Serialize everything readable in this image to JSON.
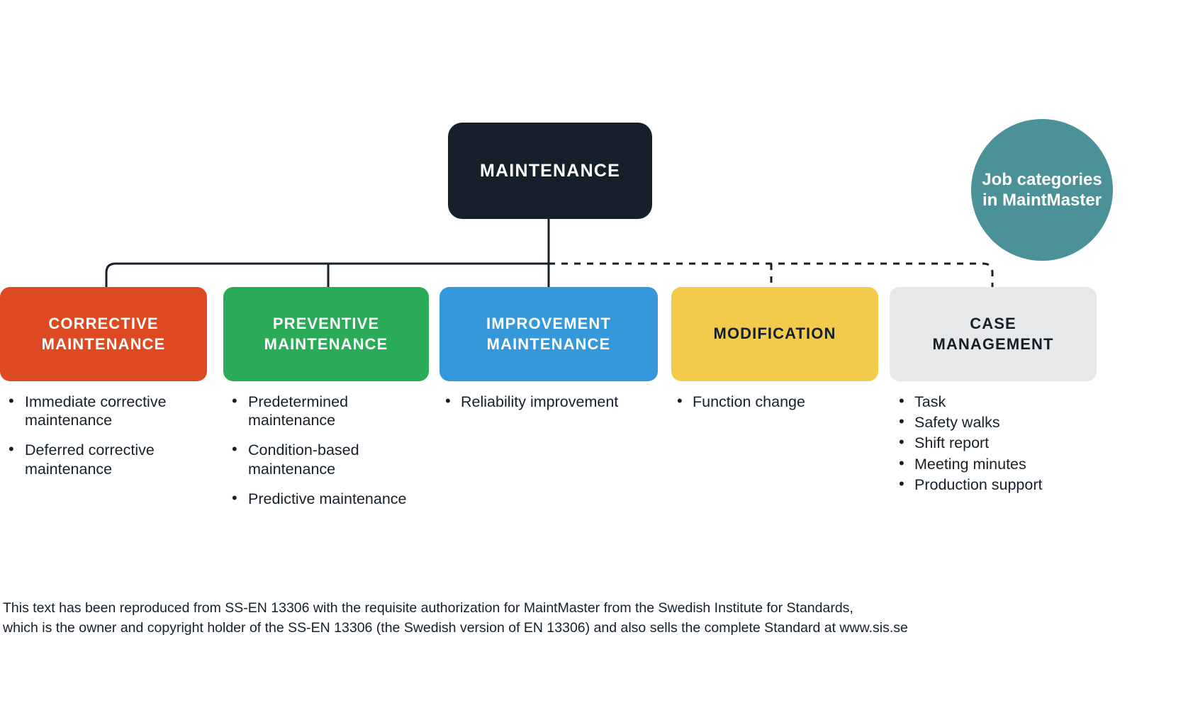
{
  "diagram": {
    "root": {
      "label": "MAINTENANCE",
      "color": "#15202b"
    },
    "badge": {
      "line1": "Job categories",
      "line2": "in MaintMaster",
      "color": "#4a9198"
    },
    "categories": [
      {
        "id": "corrective",
        "title_line1": "CORRECTIVE",
        "title_line2": "MAINTENANCE",
        "color": "#dd4a22",
        "text_color": "#ffffff",
        "connector": "solid",
        "items": [
          "Immediate corrective maintenance",
          "Deferred corrective maintenance"
        ]
      },
      {
        "id": "preventive",
        "title_line1": "PREVENTIVE",
        "title_line2": "MAINTENANCE",
        "color": "#2aab58",
        "text_color": "#ffffff",
        "connector": "solid",
        "items": [
          "Predetermined maintenance",
          "Condition-based maintenance",
          "Predictive maintenance"
        ]
      },
      {
        "id": "improvement",
        "title_line1": "IMPROVEMENT",
        "title_line2": "MAINTENANCE",
        "color": "#3498db",
        "text_color": "#ffffff",
        "connector": "solid",
        "items": [
          "Reliability improvement"
        ]
      },
      {
        "id": "modification",
        "title_line1": "MODIFICATION",
        "title_line2": "",
        "color": "#f2ca4c",
        "text_color": "#15202b",
        "connector": "dashed",
        "items": [
          "Function change"
        ]
      },
      {
        "id": "case-management",
        "title_line1": "CASE",
        "title_line2": "MANAGEMENT",
        "color": "#e7e8e9",
        "text_color": "#15202b",
        "connector": "dashed",
        "items": [
          "Task",
          "Safety walks",
          "Shift report",
          "Meeting minutes",
          "Production support"
        ]
      }
    ]
  },
  "footnote": {
    "line1": "This text has been reproduced from SS-EN 13306 with the requisite authorization for MaintMaster from the Swedish Institute for Standards,",
    "line2": "which is the owner and copyright holder of the SS-EN 13306 (the Swedish version of EN 13306) and also sells the complete Standard at www.sis.se"
  }
}
